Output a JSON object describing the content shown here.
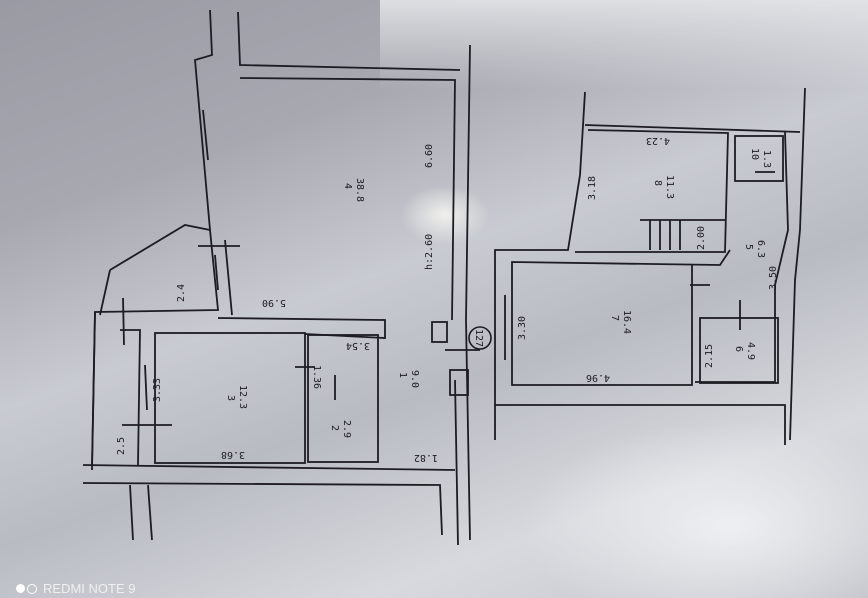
{
  "plan": {
    "rooms": [
      {
        "number": "4",
        "area": "38.8"
      },
      {
        "number": "1",
        "area": "9.0"
      },
      {
        "number": "3",
        "area": "12.3"
      },
      {
        "number": "2",
        "area": "2.9"
      },
      {
        "number": "8",
        "area": "11.3"
      },
      {
        "number": "7",
        "area": "16.4"
      },
      {
        "number": "10",
        "area": "1.3"
      },
      {
        "number": "5",
        "area": "6.3"
      },
      {
        "number": "6",
        "area": "4.9"
      }
    ],
    "dimensions": {
      "d660": "6.60",
      "height": "h:2.60",
      "d590": "5.90",
      "d354": "3.54",
      "d136": "1.36",
      "d333": "3.33",
      "d368": "3.68",
      "d182": "1.82",
      "d24": "2.4",
      "d25": "2.5",
      "d423": "4.23",
      "d318": "3.18",
      "d200": "2.00",
      "d350": "3.50",
      "d330": "3.30",
      "d496": "4.96",
      "d215": "2.15"
    },
    "marker": "127"
  },
  "watermark": "REDMI NOTE 9"
}
